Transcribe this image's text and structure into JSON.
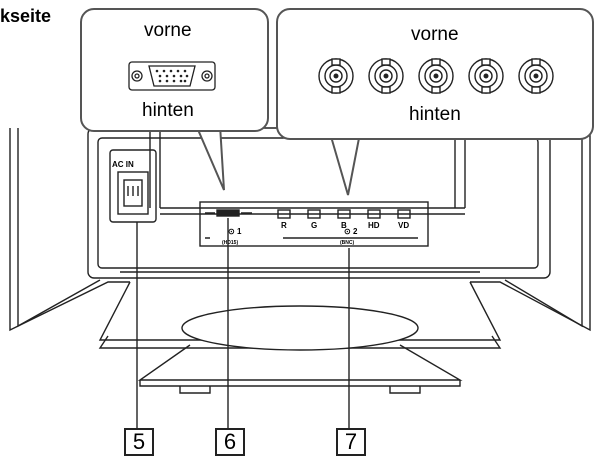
{
  "title": "kseite",
  "callout_left": {
    "top_label": "vorne",
    "bottom_label": "hinten"
  },
  "callout_right": {
    "top_label": "vorne",
    "bottom_label": "hinten"
  },
  "panel": {
    "ac_label": "AC IN",
    "input1_label": "1",
    "input1_sub": "(HD15)",
    "input2_label": "2",
    "input2_sub": "(BNC)",
    "bnc_labels": [
      "R",
      "G",
      "B",
      "HD",
      "VD"
    ]
  },
  "numbers": [
    "5",
    "6",
    "7"
  ]
}
